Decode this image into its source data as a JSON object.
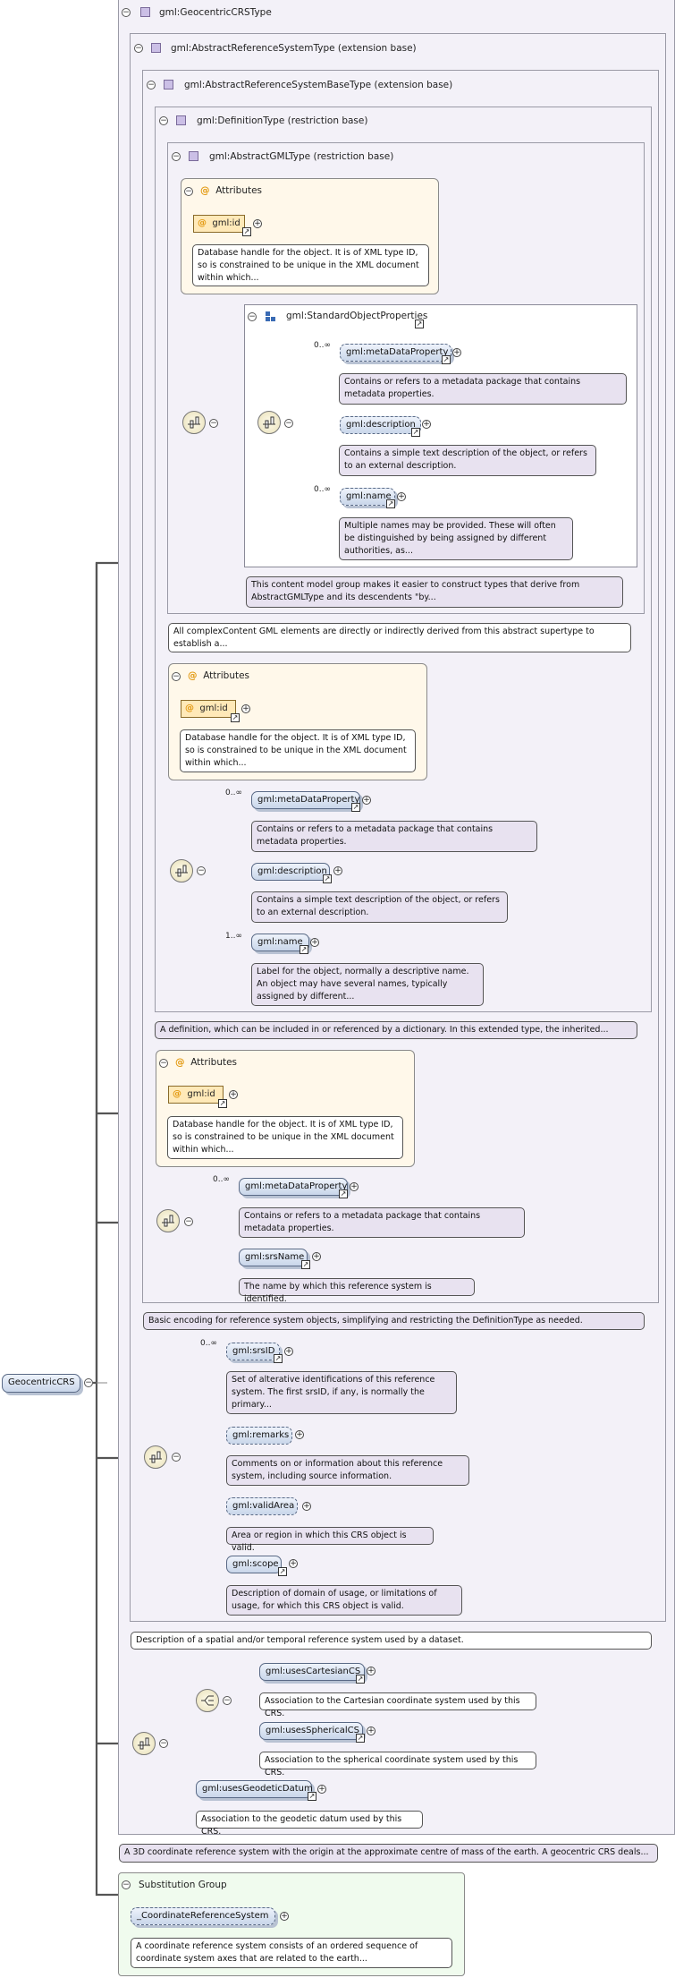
{
  "root": {
    "label": "GeocentricCRS",
    "doc": "A 3D coordinate reference system with the origin at the approximate centre of mass of the earth. A geocentric CRS deals..."
  },
  "types": {
    "geocentric": {
      "label": "gml:GeocentricCRSType"
    },
    "abstract_rs": {
      "label": "gml:AbstractReferenceSystemType (extension base)",
      "doc": "Description of a spatial and/or temporal reference system used by a dataset."
    },
    "abstract_rs_base": {
      "label": "gml:AbstractReferenceSystemBaseType (extension base)",
      "doc": "Basic encoding for reference system objects, simplifying and restricting the DefinitionType as needed."
    },
    "definition": {
      "label": "gml:DefinitionType (restriction base)",
      "doc": "A definition, which can be included in or referenced by a dictionary. In this extended type, the inherited..."
    },
    "abstract_gml": {
      "label": "gml:AbstractGMLType (restriction base)",
      "doc": "All complexContent GML elements are directly or indirectly derived from this abstract supertype to establish a..."
    }
  },
  "attributes_title": "Attributes",
  "gml_id": {
    "label": "gml:id",
    "doc": "Database handle for the object. It is of XML type ID, so is constrained to be unique in the XML document within which..."
  },
  "standard_object_properties": {
    "label": "gml:StandardObjectProperties",
    "doc": "This content model group makes it easier to construct types that derive from AbstractGMLType and its descendents \"by...",
    "elements": [
      {
        "label": "gml:metaDataProperty",
        "card": "0..∞",
        "doc": "Contains or refers to a metadata package that contains metadata properties."
      },
      {
        "label": "gml:description",
        "card": "",
        "doc": "Contains a simple text description of the object, or refers to an external description."
      },
      {
        "label": "gml:name",
        "card": "0..∞",
        "doc": "Multiple names may be provided. These will often be distinguished by being assigned by different authorities, as..."
      }
    ]
  },
  "definition_seq": [
    {
      "label": "gml:metaDataProperty",
      "card": "0..∞",
      "doc": "Contains or refers to a metadata package that contains metadata properties."
    },
    {
      "label": "gml:description",
      "card": "",
      "doc": "Contains a simple text description of the object, or refers to an external description."
    },
    {
      "label": "gml:name",
      "card": "1..∞",
      "doc": "Label for the object, normally a descriptive name. An object may have several names, typically assigned by different..."
    }
  ],
  "base_seq": [
    {
      "label": "gml:metaDataProperty",
      "card": "0..∞",
      "doc": "Contains or refers to a metadata package that contains metadata properties."
    },
    {
      "label": "gml:srsName",
      "card": "",
      "doc": "The name by which this reference system is identified."
    }
  ],
  "rs_seq": [
    {
      "label": "gml:srsID",
      "card": "0..∞",
      "doc": "Set of alterative identifications of this reference system. The first srsID, if any, is normally the primary..."
    },
    {
      "label": "gml:remarks",
      "card": "",
      "doc": "Comments on or information about this reference system, including source information."
    },
    {
      "label": "gml:validArea",
      "card": "",
      "doc": "Area or region in which this CRS object is valid."
    },
    {
      "label": "gml:scope",
      "card": "",
      "doc": "Description of domain of usage, or limitations of usage, for which this CRS object is valid."
    }
  ],
  "crs_choice": [
    {
      "label": "gml:usesCartesianCS",
      "doc": "Association to the Cartesian coordinate system used by this CRS."
    },
    {
      "label": "gml:usesSphericalCS",
      "doc": "Association to the spherical coordinate system used by this CRS."
    }
  ],
  "uses_datum": {
    "label": "gml:usesGeodeticDatum",
    "doc": "Association to the geodetic datum used by this CRS."
  },
  "substitution": {
    "title": "Substitution Group",
    "label": "_CoordinateReferenceSystem",
    "doc": "A coordinate reference system consists of an ordered sequence of coordinate system axes that are related to the earth..."
  }
}
